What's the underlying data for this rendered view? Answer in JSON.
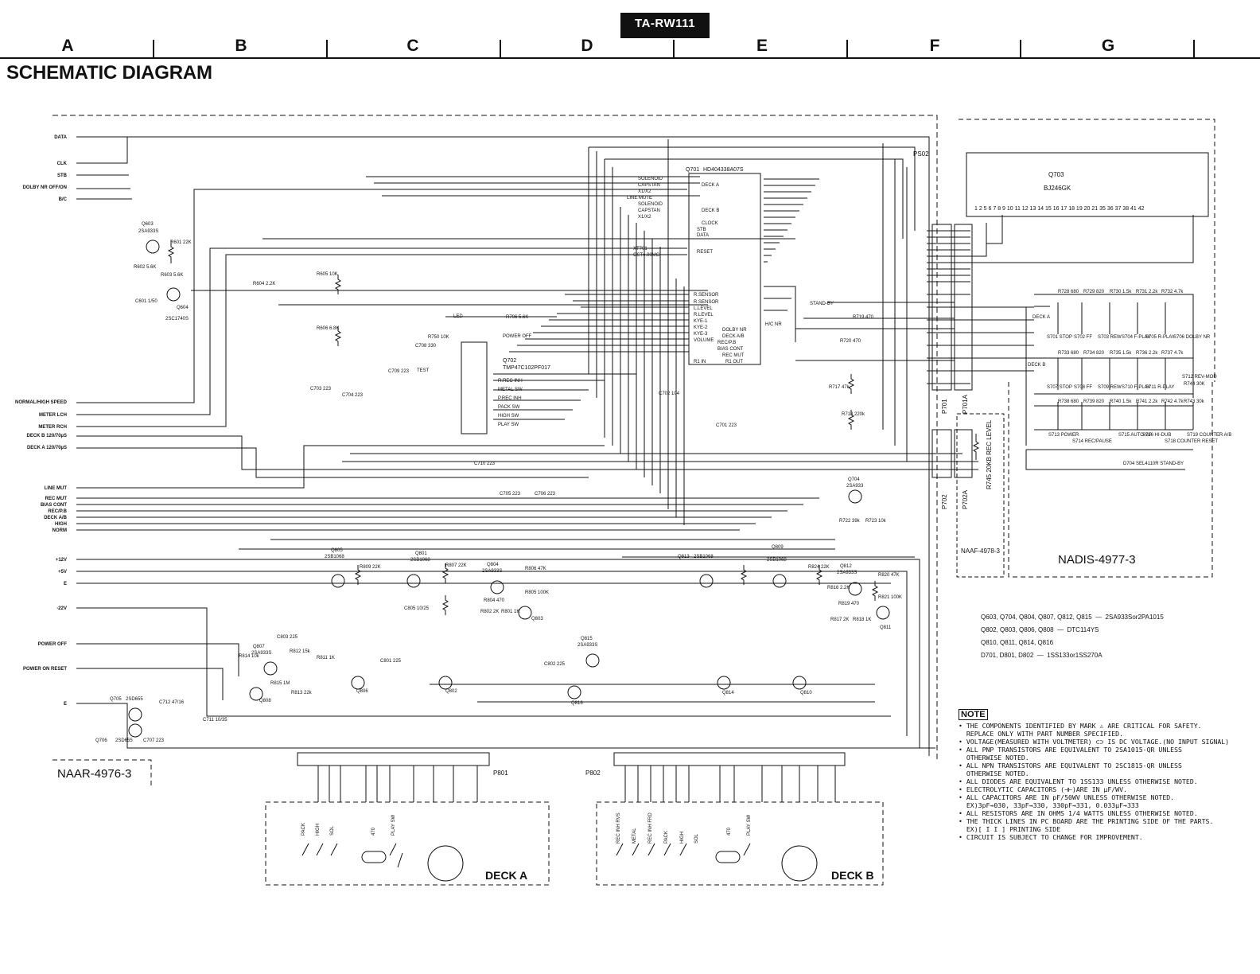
{
  "header": {
    "model": "TA-RW111",
    "columns": [
      "A",
      "B",
      "C",
      "D",
      "E",
      "F",
      "G"
    ],
    "title": "SCHEMATIC DIAGRAM"
  },
  "signals_left": [
    "DATA",
    "CLK",
    "STB",
    "DOLBY NR OFF/ON",
    "B/C",
    "NORMAL/HIGH SPEED",
    "METER LCH",
    "METER RCH",
    "DECK B 120/70µS",
    "DECK A 120/70µS",
    "LINE MUT",
    "REC MUT",
    "BIAS CONT",
    "REC/P.B",
    "DECK A/B",
    "HIGH",
    "NORM",
    "+12V",
    "+5V",
    "E",
    "-22V",
    "POWER OFF",
    "POWER ON RESET",
    "E"
  ],
  "ics": {
    "q701": {
      "name": "Q701",
      "part": "HD404338A07S",
      "pins_left": [
        "SOLENOID",
        "CAPSTAN",
        "X1/X2",
        "LINE MUTE",
        "SOLENOID",
        "CAPSTAN",
        "X1/X2"
      ],
      "labels": [
        "DECK A",
        "DECK B",
        "CLOCK",
        "STB",
        "DATA",
        "RESET",
        "R.SENSOR",
        "R.SENSOR",
        "L.LEVEL",
        "R.LEVEL",
        "KYE-1",
        "KYE-2",
        "KYE-3",
        "VOLUME",
        "R1 IN",
        "STAND-BY",
        "DOLBY NR",
        "DECK A/B",
        "REC/P.B",
        "BIAS CONT",
        "REC MUT",
        "R1 OUT",
        "H/C NR"
      ]
    },
    "q702": {
      "name": "Q702",
      "part": "TMP47C102PF017",
      "labels": [
        "LED",
        "POWER OFF",
        "TEST",
        "R.REC INH",
        "METAL SW",
        "P.REC INH",
        "PACK SW",
        "HIGH SW",
        "PLAY SW"
      ]
    },
    "q703": {
      "name": "Q703",
      "part": "BJ246GK",
      "pins": "1  2 5 6  7  8  9 10 11 12 13 14 15 16 17 18 19 20 21 35 36 37 38   41 42"
    },
    "xt701": {
      "name": "XT701",
      "part": "CST4.00MG"
    }
  },
  "transistors": [
    {
      "id": "Q603",
      "part": "2SA933S"
    },
    {
      "id": "Q604",
      "part": "2SC1740S"
    },
    {
      "id": "Q805",
      "part": "2SB1068"
    },
    {
      "id": "Q801",
      "part": "2SB1068"
    },
    {
      "id": "Q804",
      "part": "2SA933S"
    },
    {
      "id": "Q803",
      "part": ""
    },
    {
      "id": "Q807",
      "part": "2SA933S"
    },
    {
      "id": "Q808",
      "part": ""
    },
    {
      "id": "Q806",
      "part": ""
    },
    {
      "id": "Q802",
      "part": ""
    },
    {
      "id": "Q815",
      "part": "2SA933S"
    },
    {
      "id": "Q816",
      "part": ""
    },
    {
      "id": "Q813",
      "part": "2SB1068"
    },
    {
      "id": "Q814",
      "part": ""
    },
    {
      "id": "Q809",
      "part": "2SB1068"
    },
    {
      "id": "Q810",
      "part": ""
    },
    {
      "id": "Q812",
      "part": "2SA933S"
    },
    {
      "id": "Q811",
      "part": ""
    },
    {
      "id": "Q704",
      "part": "2SA933"
    },
    {
      "id": "Q705",
      "part": "2SD655"
    },
    {
      "id": "Q706",
      "part": "2SD655"
    }
  ],
  "resistors": [
    "R601 22K",
    "R602 5.6K",
    "R603 5.6K",
    "R604 2.2K",
    "R605 10K",
    "R606 6.8K",
    "R706 5.6K",
    "R750 10K",
    "R720 470",
    "R719 470",
    "R717 47k",
    "R718 220k",
    "R722 39k",
    "R723 10k",
    "R809 22K",
    "R807 22K",
    "R806 47K",
    "R805 100K",
    "R804 470",
    "R802 2K",
    "R801 1K",
    "R814 10k",
    "R815 1M",
    "R811 1K",
    "R812 15k",
    "R813 22k",
    "R824 22K",
    "R820 47K",
    "R821 100K",
    "R819 470",
    "R817 2K",
    "R818 1K",
    "R816 2.2K"
  ],
  "capacitors": [
    "C601 1/50",
    "C703 223",
    "C704 223",
    "C708 330",
    "C709 223",
    "C710 223",
    "C705 223",
    "C706 223",
    "C701 223",
    "C702 104",
    "C801 225",
    "C802 225",
    "C803 225",
    "C805 10/25",
    "C707 223",
    "C711 10/35",
    "C712 47/16"
  ],
  "switches": {
    "row1_resistors": [
      "R728 680",
      "R729 820",
      "R730 1.5k",
      "R731 2.2k",
      "R732 4.7k"
    ],
    "row1": [
      "S701 STOP",
      "S702 FF",
      "S703 REW",
      "S704 F-PLAY",
      "S705 R-PLAY",
      "S706 DOLBY NR"
    ],
    "row2_resistors": [
      "R733 680",
      "R734 820",
      "R735 1.5k",
      "R736 2.2k",
      "R737 4.7k"
    ],
    "row2": [
      "S707 STOP",
      "S708 FF",
      "S709 REW",
      "S710 F-PLAY",
      "S711 R-PLAY",
      "S712 REV-MOD",
      "R744 30K"
    ],
    "row3_resistors": [
      "R738 680",
      "R739 820",
      "R740 1.5k",
      "R741 2.2k",
      "R742 4.7k",
      "R743 30k"
    ],
    "row3": [
      "S713 POWER",
      "S714 REC/PAUSE",
      "S715 AUTO-SP",
      "S716 HI-DUB",
      "S718 COUNTER RESET",
      "S719 COUNTER A/B"
    ],
    "led": "D704 SEL4110R STAND-BY",
    "deck_a_label": "DECK A",
    "deck_b_label": "DECK B"
  },
  "boards": {
    "naar": "NAAR-4976-3",
    "naaf": "NAAF-4978-3",
    "nadis": "NADIS-4977-3",
    "deck_a": "DECK A",
    "deck_b": "DECK B",
    "p801": "P801",
    "p802": "P802",
    "p701": "P701",
    "p702": "P702",
    "p701a": "P701A",
    "p702a": "P702A",
    "ps02": "PS02",
    "rec_level": "R745 20KB REC LEVEL"
  },
  "deck_a_contacts": [
    "PACK",
    "HIGH",
    "SOL",
    "470",
    "PLAY SW"
  ],
  "deck_b_contacts": [
    "REC INH RVS",
    "METAL",
    "REC INH FRD",
    "PACK",
    "HIGH",
    "SOL",
    "470",
    "PLAY SW"
  ],
  "legend": [
    "Q603, Q704, Q804, Q807, Q812, Q815  —  2SA933Sor2PA1015",
    "Q802, Q803, Q806, Q808  —  DTC114YS",
    "Q810, Q811, Q814, Q816",
    "D701, D801, D802  —  1SS133or1SS270A"
  ],
  "notes": {
    "title": "NOTE",
    "lines": [
      "• THE COMPONENTS IDENTIFIED BY MARK ⚠ ARE CRITICAL FOR SAFETY.",
      "  REPLACE ONLY WITH PART NUMBER SPECIFIED.",
      "• VOLTAGE(MEASURED WITH VOLTMETER) ⊂⊃ IS DC VOLTAGE.(NO INPUT SIGNAL)",
      "• ALL PNP TRANSISTORS ARE EQUIVALENT TO 2SA1015-QR UNLESS",
      "  OTHERWISE NOTED.",
      "• ALL NPN TRANSISTORS ARE EQUIVALENT TO 2SC1815-QR UNLESS",
      "  OTHERWISE NOTED.",
      "• ALL DIODES ARE EQUIVALENT TO 1SS133 UNLESS OTHERWISE NOTED.",
      "• ELECTROLYTIC CAPACITORS (⊣⊢)ARE IN µF/WV.",
      "• ALL CAPACITORS ARE IN pF/50WV UNLESS OTHERWISE NOTED.",
      "  EX)3pF→030, 33pF→330, 330pF→331, 0.033µF→333",
      "• ALL RESISTORS ARE IN OHMS 1/4 WATTS UNLESS OTHERWISE NOTED.",
      "• THE THICK LINES IN PC BOARD ARE THE PRINTING SIDE OF THE PARTS.",
      "  EX)[ I I ] PRINTING SIDE",
      "• CIRCUIT IS SUBJECT TO CHANGE FOR IMPROVEMENT."
    ]
  }
}
